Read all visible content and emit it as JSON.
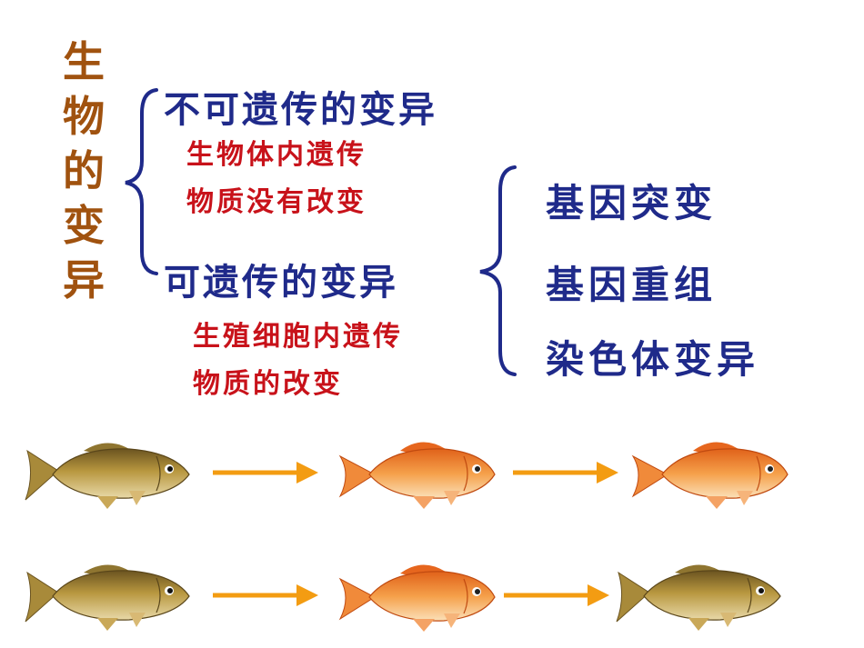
{
  "title_chars": [
    "生",
    "物",
    "的",
    "变",
    "异"
  ],
  "branch_non_heritable": {
    "label": "不可遗传的变异",
    "desc_line1": "生物体内遗传",
    "desc_line2": "物质没有改变"
  },
  "branch_heritable": {
    "label": "可遗传的变异",
    "desc_line1": "生殖细胞内遗传",
    "desc_line2": "物质的改变"
  },
  "heritable_sources": [
    "基因突变",
    "基因重组",
    "染色体变异"
  ],
  "colors": {
    "title": "#a0520f",
    "blue_text": "#1f2a8a",
    "red_text": "#c8121a",
    "brace": "#1f2a8a",
    "arrow": "#f39c12"
  },
  "fish_rows": [
    {
      "fish": [
        "wild-carp",
        "goldfish",
        "goldfish"
      ]
    },
    {
      "fish": [
        "wild-carp",
        "goldfish",
        "wild-carp"
      ]
    }
  ]
}
